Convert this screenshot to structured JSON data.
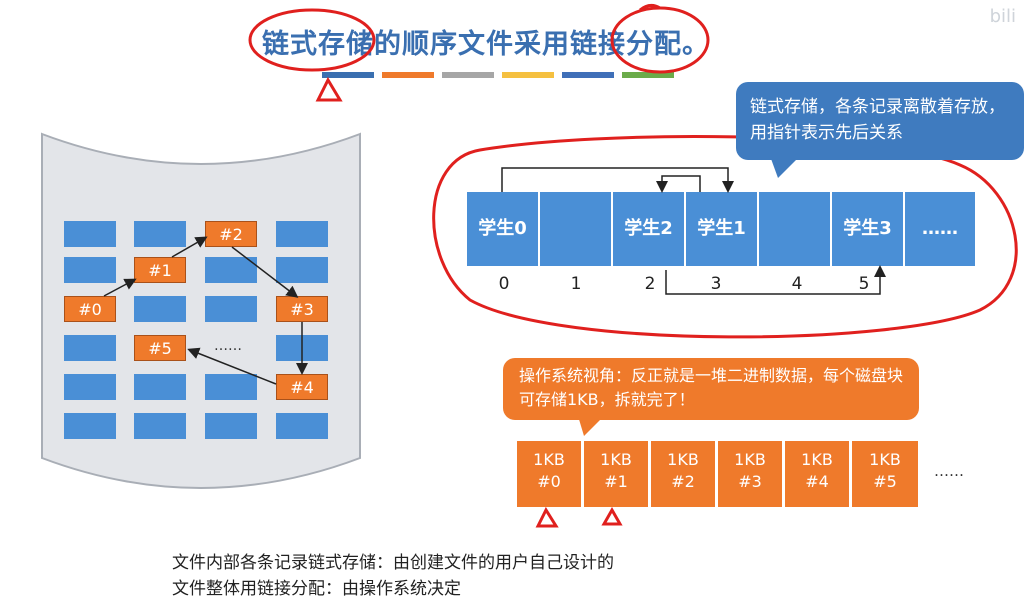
{
  "title": "链式存储的顺序文件采用链接分配。",
  "watermark": "bili",
  "color_bars": [
    "#3a6fb0",
    "#ef7a2b",
    "#a6a6a6",
    "#f5c040",
    "#3f6fb8",
    "#6bab4a"
  ],
  "disk": {
    "orange_blocks": [
      "#0",
      "#1",
      "#2",
      "#3",
      "#4",
      "#5"
    ],
    "ellipsis": "……"
  },
  "bubble_logical": "链式存储，各条记录离散着存放，用指针表示先后关系",
  "record_cells": [
    "学生0",
    "",
    "学生2",
    "学生1",
    "",
    "学生3",
    "……"
  ],
  "record_indices": [
    "0",
    "1",
    "2",
    "3",
    "4",
    "5"
  ],
  "bubble_os": "操作系统视角：反正就是一堆二进制数据，每个磁盘块可存储1KB，拆就完了！",
  "kb_blocks": [
    {
      "size": "1KB",
      "id": "#0"
    },
    {
      "size": "1KB",
      "id": "#1"
    },
    {
      "size": "1KB",
      "id": "#2"
    },
    {
      "size": "1KB",
      "id": "#3"
    },
    {
      "size": "1KB",
      "id": "#4"
    },
    {
      "size": "1KB",
      "id": "#5"
    }
  ],
  "kb_ellipsis": "……",
  "note_line1": "文件内部各条记录链式存储：由创建文件的用户自己设计的",
  "note_line2": "文件整体用链接分配：由操作系统决定"
}
